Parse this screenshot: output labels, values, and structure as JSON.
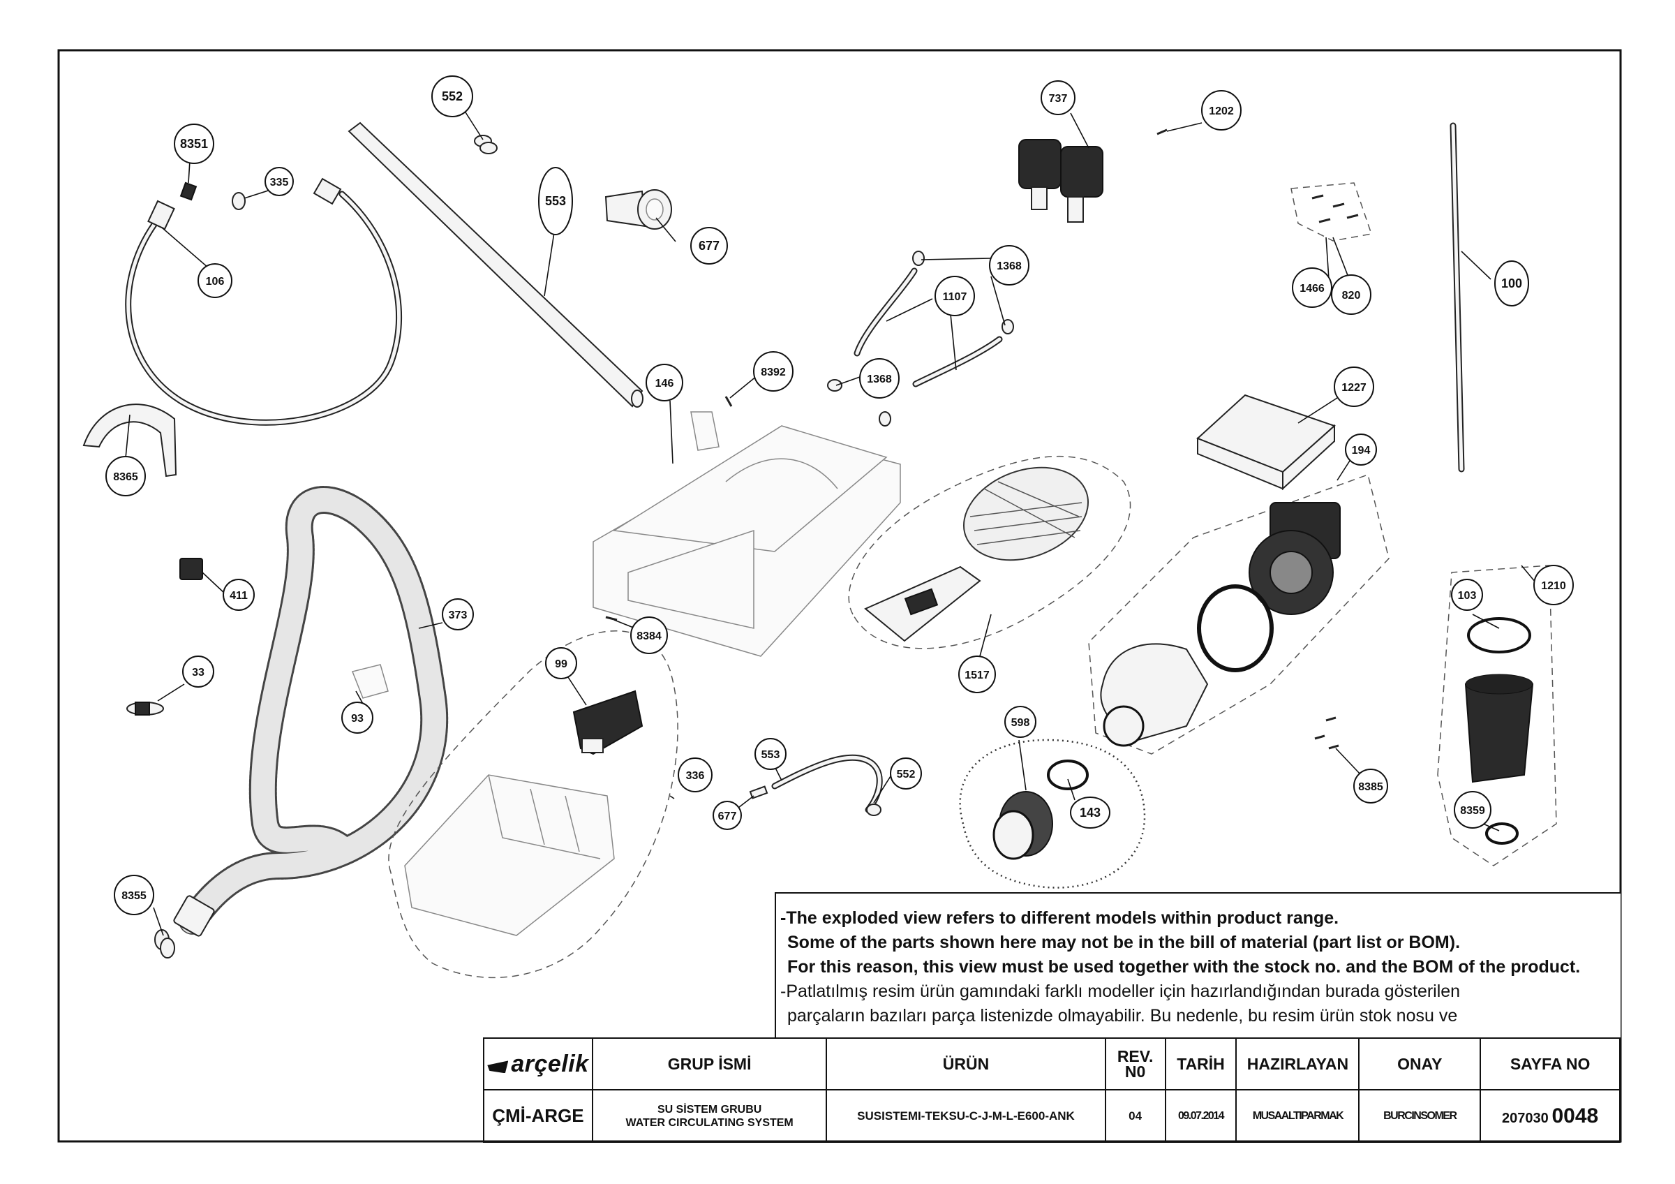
{
  "diagram": {
    "callouts": [
      "552",
      "8351",
      "335",
      "553",
      "677",
      "106",
      "737",
      "1202",
      "1368",
      "1107",
      "1466",
      "820",
      "100",
      "8392",
      "146",
      "1368",
      "1227",
      "8365",
      "194",
      "411",
      "373",
      "8384",
      "1517",
      "103",
      "1210",
      "33",
      "99",
      "93",
      "598",
      "553",
      "552",
      "336",
      "677",
      "143",
      "8385",
      "8359",
      "8355"
    ]
  },
  "notes": {
    "line1": "-The exploded view refers to different models within product range.",
    "line2": "Some of the parts shown here may not be in the bill of material (part list or BOM).",
    "line3": "For this reason, this view must be used together with the stock no. and the BOM of the product.",
    "line4": "-Patlatılmış resim ürün gamındaki farklı modeller için hazırlandığından burada gösterilen",
    "line5": "parçaların bazıları parça listenizde olmayabilir. Bu nedenle, bu resim ürün stok nosu ve"
  },
  "title_block": {
    "brand": "arçelik",
    "headers": {
      "group": "GRUP İSMİ",
      "product": "ÜRÜN",
      "rev_line1": "REV.",
      "rev_line2": "N0",
      "date": "TARİH",
      "prepared": "HAZIRLAYAN",
      "approval": "ONAY",
      "page": "SAYFA NO"
    },
    "values": {
      "dept": "ÇMİ-ARGE",
      "group_tr": "SU SİSTEM GRUBU",
      "group_en": "WATER CIRCULATING SYSTEM",
      "product": "SUSISTEMI-TEKSU-C-J-M-L-E600-ANK",
      "rev": "04",
      "date": "09.07.2014",
      "prepared": "MUSAALTIPARMAK",
      "approval": "BURCINSOMER",
      "page_prefix": "207030",
      "page_number": "0048"
    }
  }
}
